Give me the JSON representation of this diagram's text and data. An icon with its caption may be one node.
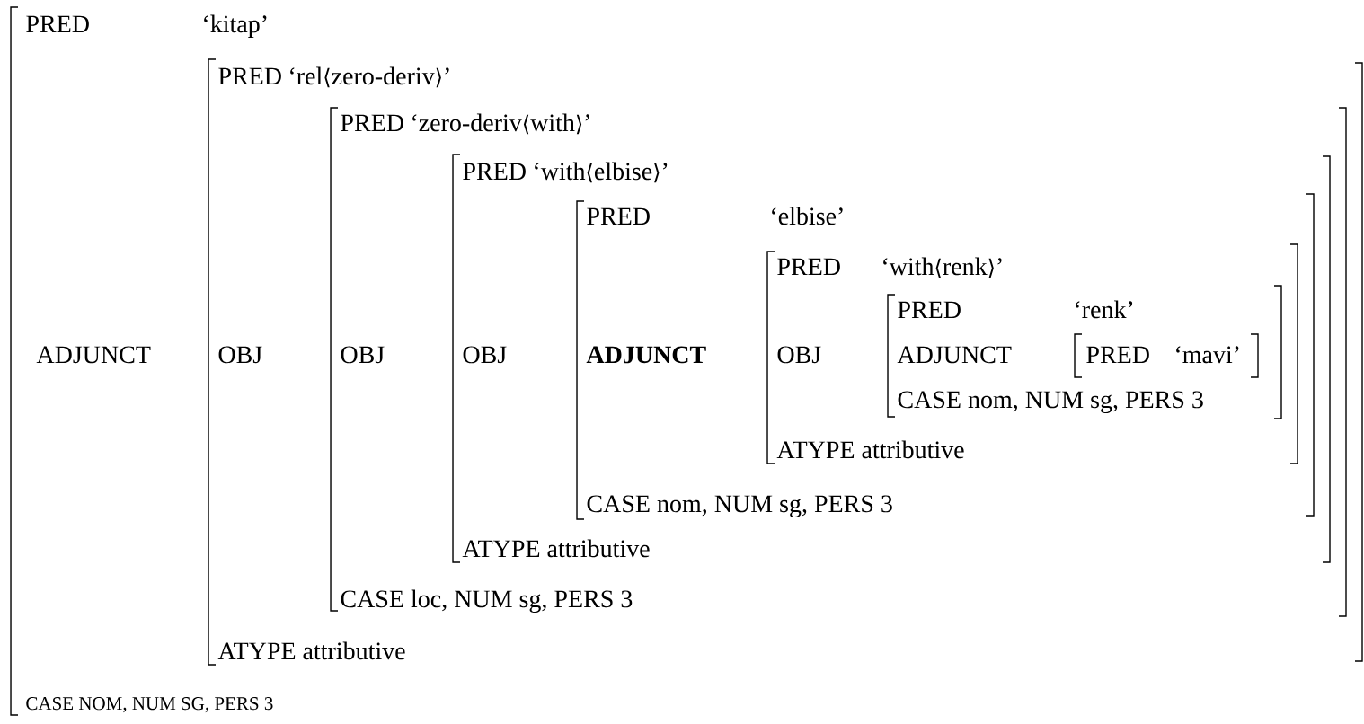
{
  "diagram": {
    "nodes": [
      {
        "text": [
          "PRED",
          "‘kitap’",
          "ADJUNCT",
          "CASE NOM, NUM SG, PERS 3"
        ]
      },
      {
        "text": [
          "PRED",
          "‘rel⟨zero-deriv⟩’",
          "OBJ",
          "ATYPE attributive"
        ],
        "in": 0
      },
      {
        "text": [
          "PRED",
          "‘zero-deriv⟨with⟩’",
          "OBJ",
          "CASE loc, NUM sg, PERS 3"
        ],
        "in": 1
      },
      {
        "text": [
          "PRED",
          "‘with⟨elbise⟩’",
          "OBJ",
          "ATYPE attributive"
        ],
        "in": 2
      },
      {
        "text": [
          "PRED",
          "‘elbise’",
          "ADJUNCT",
          "CASE nom, NUM sg, PERS 3"
        ],
        "in": 3
      },
      {
        "text": [
          "PRED",
          "‘with⟨renk⟩’",
          "OBJ",
          "ATYPE attributive"
        ],
        "in": 4
      },
      {
        "text": [
          "PRED",
          "‘renk’",
          "ADJUNCT",
          "CASE nom, NUM sg, PERS 3"
        ],
        "in": 5
      },
      {
        "text": [
          "PRED",
          "‘mavi’"
        ],
        "in": 6
      }
    ]
  }
}
